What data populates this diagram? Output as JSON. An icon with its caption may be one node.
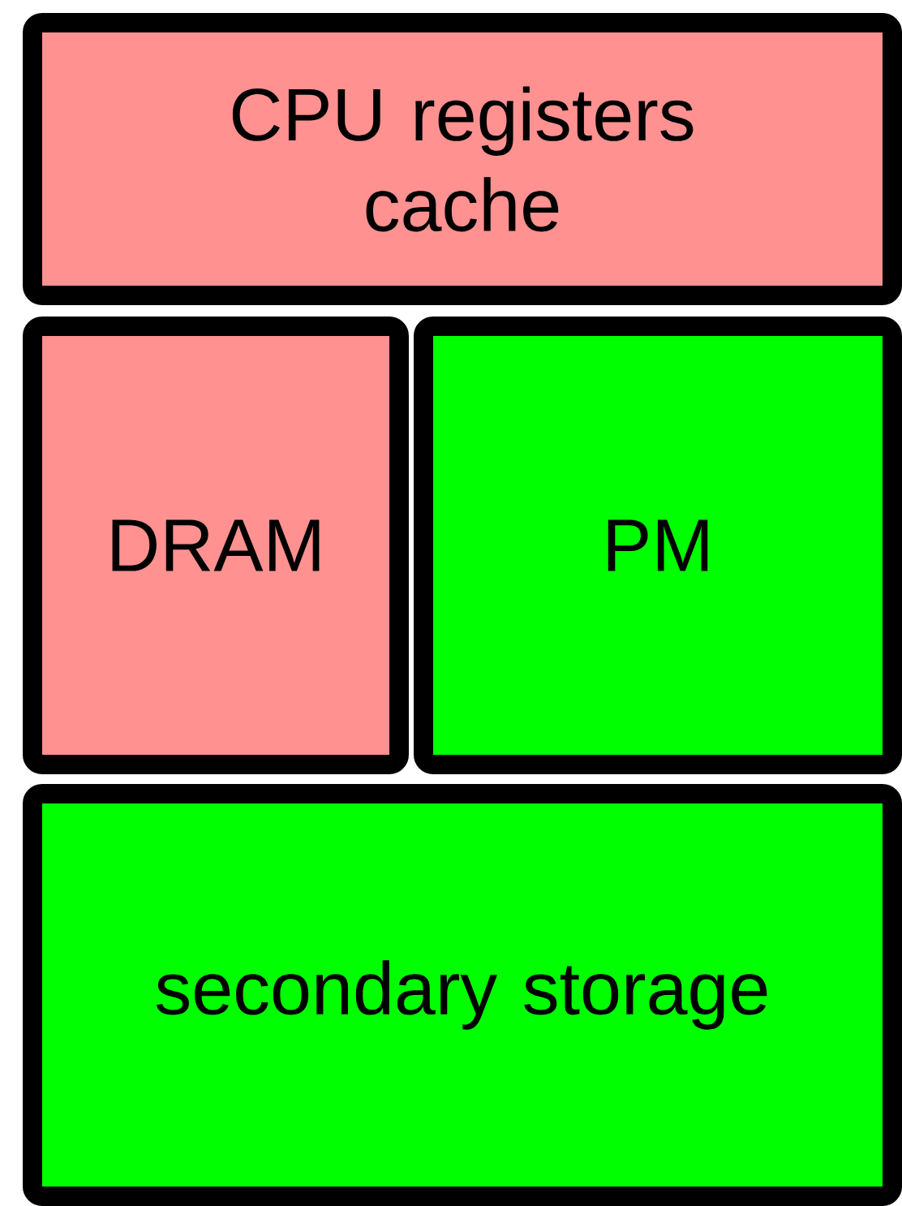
{
  "diagram": {
    "nodes": [
      {
        "text": [
          "CPU registers cache"
        ]
      },
      {
        "text": [
          "DRAM"
        ]
      },
      {
        "text": [
          "PM"
        ]
      },
      {
        "text": [
          "secondary storage"
        ]
      }
    ]
  }
}
